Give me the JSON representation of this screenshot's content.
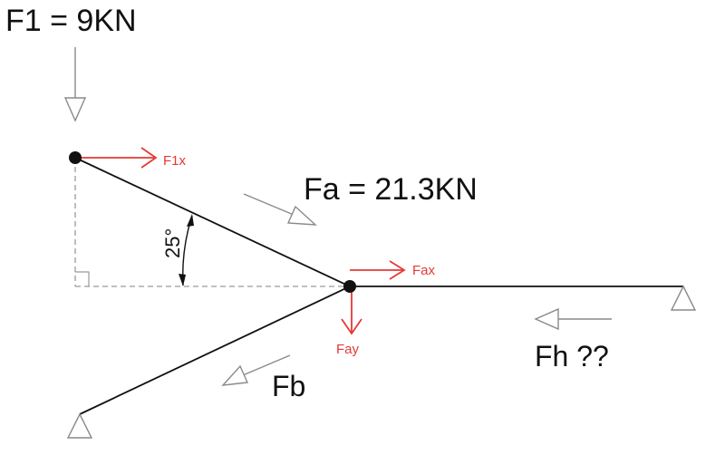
{
  "labels": {
    "f1": "F1 = 9KN",
    "fa": "Fa = 21.3KN",
    "fb": "Fb",
    "fh": "Fh ??",
    "f1x": "F1x",
    "fax": "Fax",
    "fay": "Fay",
    "angle": "25°"
  },
  "colors": {
    "member": "#111111",
    "force_component": "#e53935",
    "load_arrow": "#8a8a8a",
    "construction_line": "#9a9a9a"
  }
}
